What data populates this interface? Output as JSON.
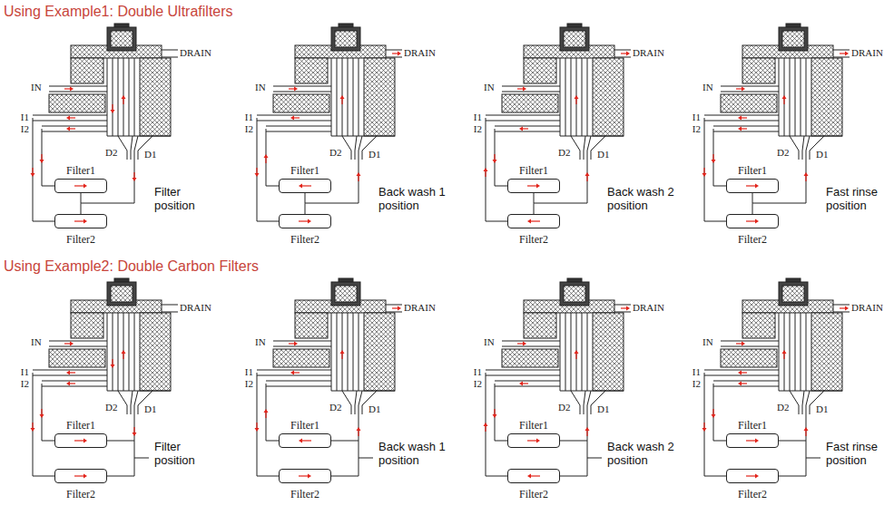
{
  "diagram": {
    "nodes": [
      {
        "text": [
          "Filter1"
        ]
      },
      {
        "text": [
          "Filter2"
        ]
      },
      {
        "text": [
          "Filter1"
        ]
      },
      {
        "text": [
          "Filter2"
        ]
      },
      {
        "text": [
          "Filter1"
        ]
      },
      {
        "text": [
          "Filter2"
        ]
      },
      {
        "text": [
          "Filter1"
        ]
      },
      {
        "text": [
          "Filter2"
        ]
      },
      {
        "text": [
          "Filter1"
        ]
      },
      {
        "text": [
          "Filter2"
        ]
      },
      {
        "text": [
          "Filter1"
        ]
      },
      {
        "text": [
          "Filter2"
        ]
      },
      {
        "text": [
          "Filter1"
        ]
      },
      {
        "text": [
          "Filter2"
        ]
      },
      {
        "text": [
          "Filter1"
        ]
      },
      {
        "text": [
          "Filter2"
        ]
      }
    ],
    "edges": [
      {
        "from": 0,
        "to": 1,
        "arrow": "none"
      },
      {
        "from": 2,
        "to": 3,
        "arrow": "none"
      },
      {
        "from": 4,
        "to": 5,
        "arrow": "none"
      },
      {
        "from": 6,
        "to": 7,
        "arrow": "none"
      },
      {
        "from": 8,
        "to": 9,
        "arrow": "none"
      },
      {
        "from": 10,
        "to": 11,
        "arrow": "none"
      },
      {
        "from": 12,
        "to": 13,
        "arrow": "none"
      },
      {
        "from": 14,
        "to": 15,
        "arrow": "none"
      }
    ],
    "labels": [
      "Using Example1: Double Ultrafilters",
      "DRAIN",
      "IN",
      "I1",
      "I2",
      "D2",
      "D1",
      "Filter position",
      "DRAIN",
      "IN",
      "I1",
      "I2",
      "D2",
      "D1",
      "Back wash 1 position",
      "DRAIN",
      "IN",
      "I1",
      "I2",
      "D2",
      "D1",
      "Back wash 2 position",
      "DRAIN",
      "IN",
      "I1",
      "I2",
      "D2",
      "D1",
      "Fast rinse position",
      "Using Example2: Double Carbon Filters",
      "DRAIN",
      "IN",
      "I1",
      "I2",
      "D2",
      "D1",
      "Filter position",
      "DRAIN",
      "IN",
      "I1",
      "I2",
      "D2",
      "D1",
      "Back wash 1 position",
      "DRAIN",
      "IN",
      "I1",
      "I2",
      "D2",
      "D1",
      "Back wash 2 position",
      "DRAIN",
      "IN",
      "I1",
      "I2",
      "D2",
      "D1",
      "Fast rinse position"
    ]
  }
}
